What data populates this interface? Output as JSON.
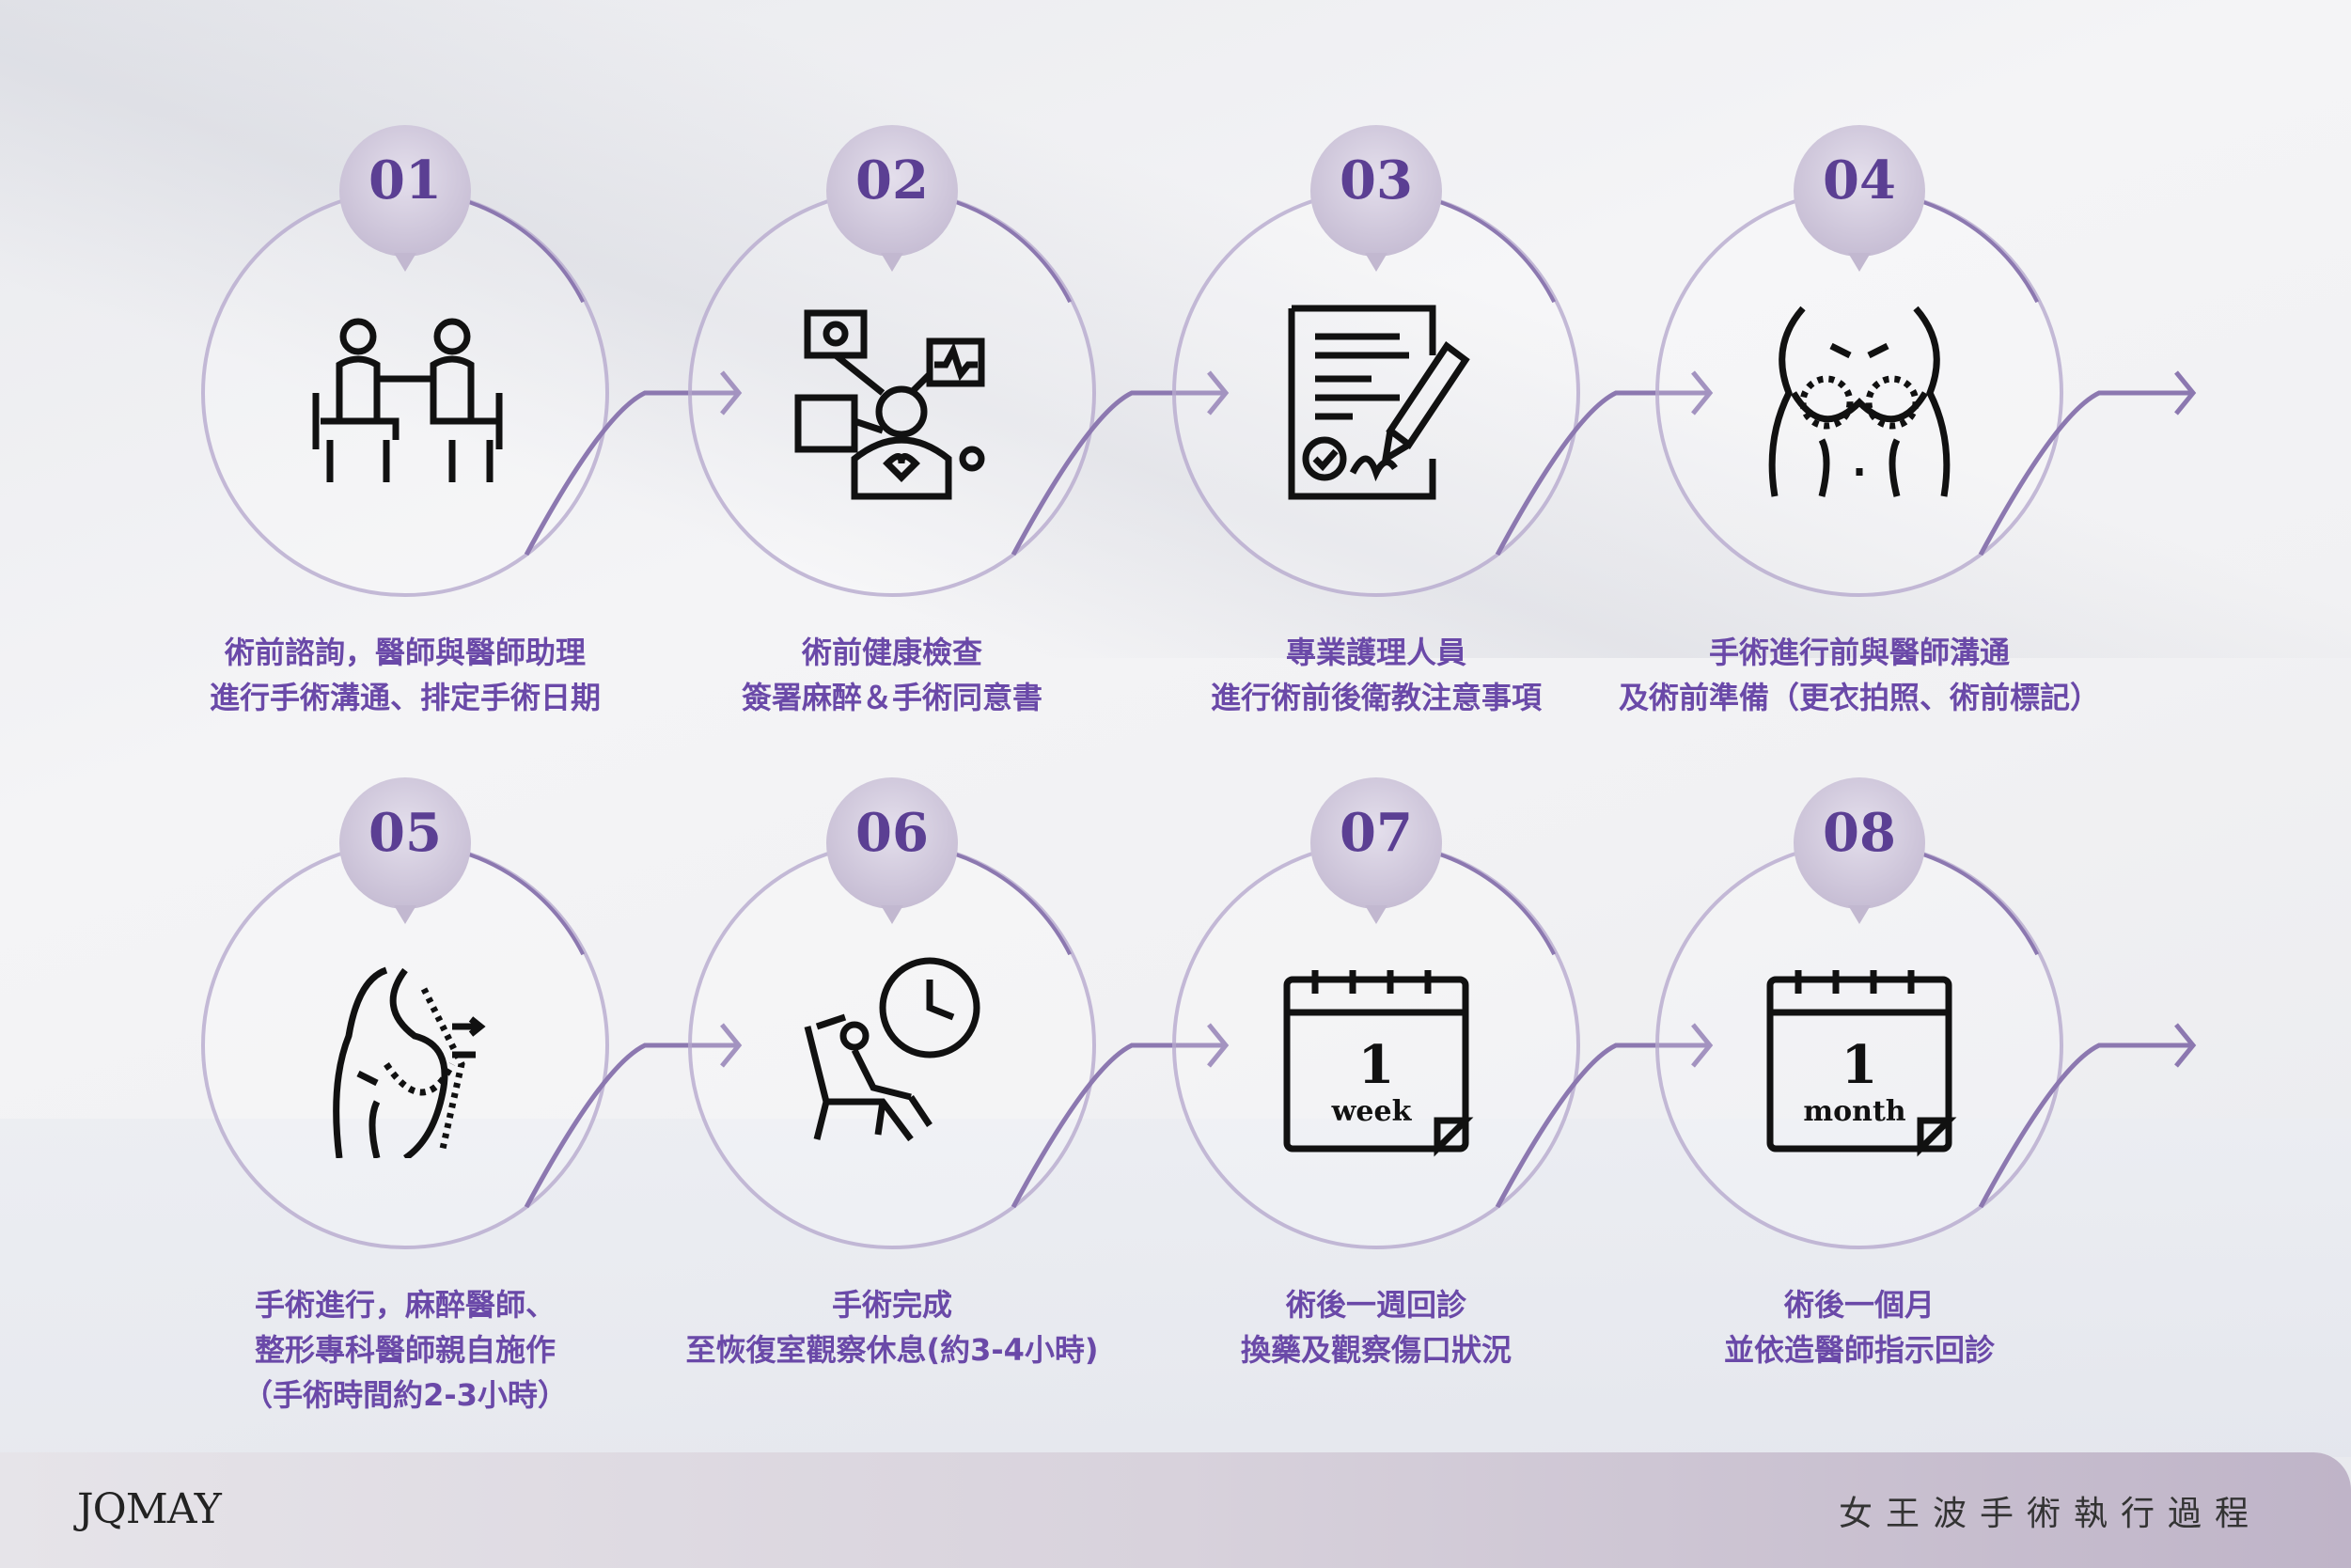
{
  "colors": {
    "accent": "#6a49a8",
    "number": "#5b3f93",
    "line": "#8c78b0"
  },
  "steps": [
    {
      "number": "01",
      "icon": "consultation-icon",
      "lines": [
        "術前諮詢，醫師與醫師助理",
        "進行手術溝通、排定手術日期"
      ]
    },
    {
      "number": "02",
      "icon": "health-check-icon",
      "lines": [
        "術前健康檢查",
        "簽署麻醉＆手術同意書"
      ]
    },
    {
      "number": "03",
      "icon": "document-sign-icon",
      "lines": [
        "專業護理人員",
        "進行術前後衛教注意事項"
      ]
    },
    {
      "number": "04",
      "icon": "breast-marking-icon",
      "lines": [
        "手術進行前與醫師溝通",
        "及術前準備（更衣拍照、術前標記）"
      ]
    },
    {
      "number": "05",
      "icon": "breast-surgery-icon",
      "lines": [
        "手術進行，麻醉醫師、",
        "整形專科醫師親自施作",
        "（手術時間約2-3小時）"
      ]
    },
    {
      "number": "06",
      "icon": "recovery-chair-clock-icon",
      "lines": [
        "手術完成",
        "至恢復室觀察休息(約3-4小時)"
      ]
    },
    {
      "number": "07",
      "icon": "calendar-week-icon",
      "calendar": {
        "n": "1",
        "unit": "week"
      },
      "lines": [
        "術後一週回診",
        "換藥及觀察傷口狀況"
      ]
    },
    {
      "number": "08",
      "icon": "calendar-month-icon",
      "calendar": {
        "n": "1",
        "unit": "month"
      },
      "lines": [
        "術後一個月",
        "並依造醫師指示回診"
      ]
    }
  ],
  "footer": {
    "logo": "JQMAY",
    "title": "女王波手術執行過程"
  }
}
